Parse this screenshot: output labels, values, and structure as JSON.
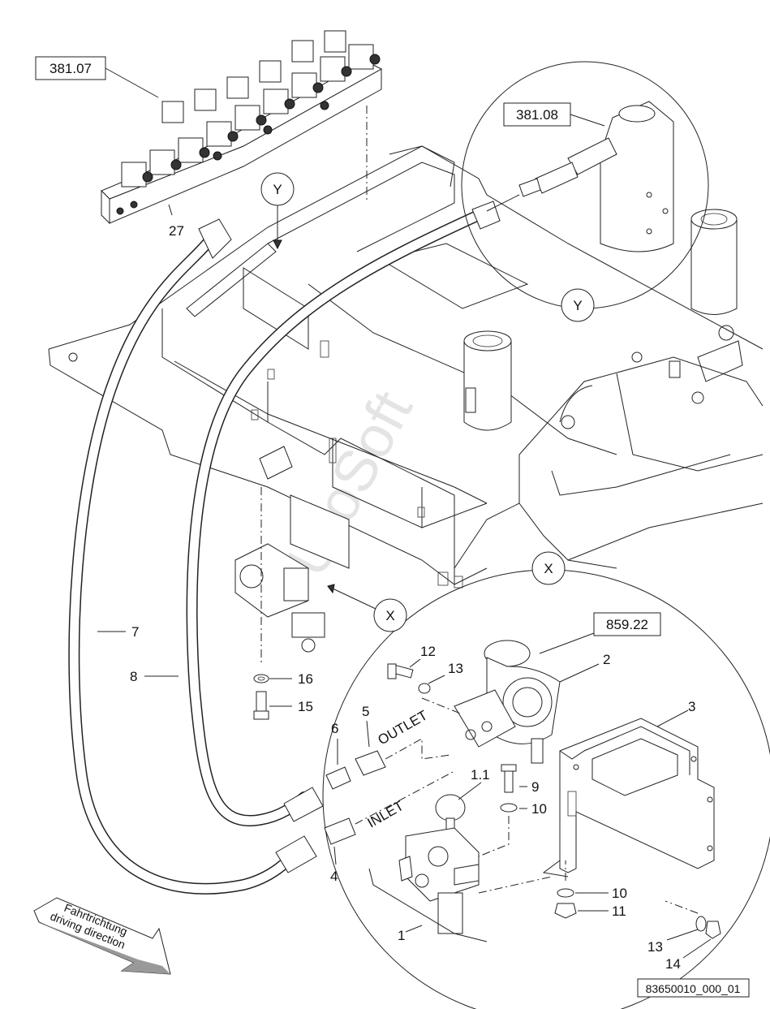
{
  "drawing": {
    "ref_boxes": {
      "top_left": "381.07",
      "detail_y": "381.08",
      "detail_x": "859.22"
    },
    "view_labels": {
      "y_main": "Y",
      "y_detail": "Y",
      "x_main": "X",
      "x_detail": "X"
    },
    "callouts": {
      "c27": "27",
      "c7": "7",
      "c8": "8",
      "c16": "16",
      "c15": "15",
      "c12": "12",
      "c13a": "13",
      "c2": "2",
      "c3": "3",
      "c6": "6",
      "c5": "5",
      "c11v": "1.1",
      "c9": "9",
      "c10a": "10",
      "c4": "4",
      "c1": "1",
      "c10b": "10",
      "c11": "11",
      "c13b": "13",
      "c14": "14"
    },
    "port_labels": {
      "outlet": "OUTLET",
      "inlet": "INLET"
    },
    "direction": {
      "line1": "Fahrtrichtung",
      "line2": "driving direction"
    },
    "watermark": "UroSoft",
    "drawing_number": "83650010_000_01"
  }
}
